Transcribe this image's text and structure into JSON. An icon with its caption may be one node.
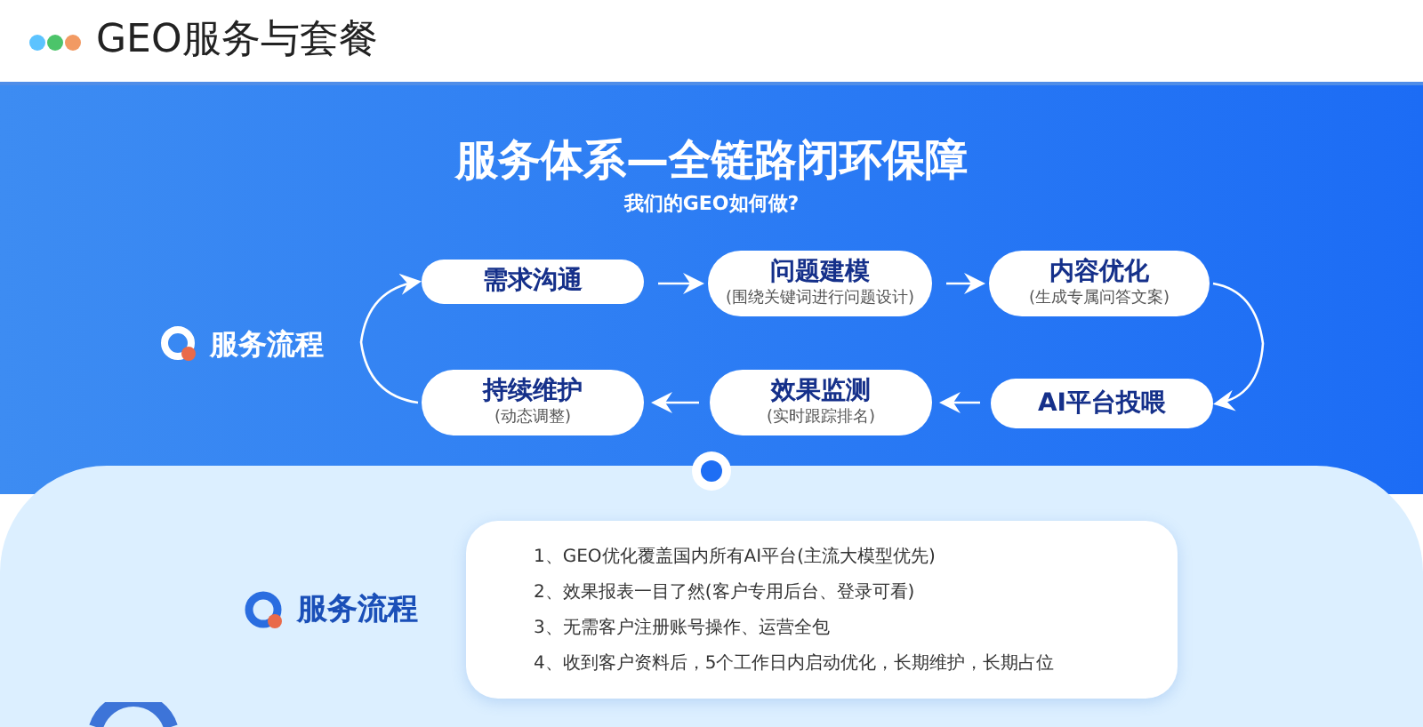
{
  "diagram": {
    "title": "GEO服务与套餐",
    "nodes": [
      {
        "text": [
          "需求沟通"
        ]
      },
      {
        "text": [
          "问题建模",
          "(围绕关键词进行问题设计)"
        ]
      },
      {
        "text": [
          "内容优化",
          "(生成专属问答文案)"
        ]
      },
      {
        "text": [
          "AI平台投喂"
        ]
      },
      {
        "text": [
          "效果监测",
          "(实时跟踪排名)"
        ]
      },
      {
        "text": [
          "持续维护",
          "(动态调整)"
        ]
      },
      {
        "text": [
          "1、GEO优化覆盖国内所有AI平台(主流大模型优先)",
          "2、效果报表一目了然(客户专用后台、登录可看)",
          "3、无需客户注册账号操作、运营全包",
          "4、收到客户资料后，5个工作日内启动优化，长期维护，长期占位"
        ]
      }
    ],
    "edges": [
      {
        "from": 0,
        "to": 1,
        "arrow": "to"
      },
      {
        "from": 1,
        "to": 2,
        "arrow": "to"
      },
      {
        "from": 2,
        "to": 3,
        "arrow": "to"
      },
      {
        "from": 3,
        "to": 4,
        "arrow": "to"
      },
      {
        "from": 4,
        "to": 5,
        "arrow": "to"
      },
      {
        "from": 5,
        "to": 0,
        "arrow": "to"
      }
    ],
    "labels": [
      "服务体系—全链路闭环保障",
      "我们的GEO如何做?",
      "服务流程",
      "服务流程"
    ]
  }
}
